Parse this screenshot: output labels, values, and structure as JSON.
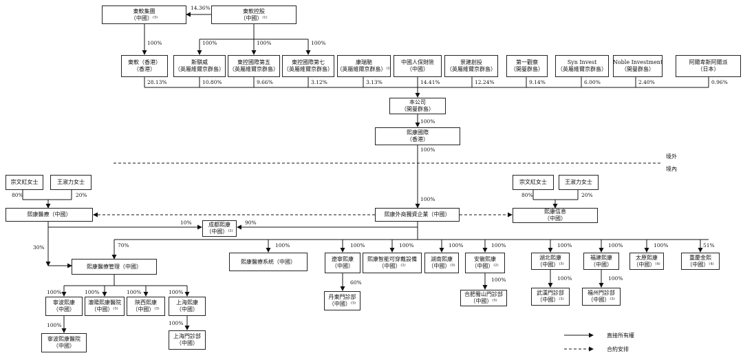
{
  "entities": {
    "dongruan_group": {
      "name": "東軟集團",
      "loc": "（中國）⁽³⁾"
    },
    "dongruan_holding": {
      "name": "東軟控股",
      "loc": "（中國）⁽¹⁾"
    },
    "dongruan_hk": {
      "name": "東軟（香港）",
      "loc": "（香港）"
    },
    "siqiwei": {
      "name": "斯騏威",
      "loc": "（英屬維爾京群島）"
    },
    "dongkong_5": {
      "name": "東控國際第五",
      "loc": "（英屬維爾京群島）"
    },
    "dongkong_7": {
      "name": "東控國際第七",
      "loc": "（英屬維爾京群島）"
    },
    "kangruichi": {
      "name": "康瑞馳",
      "loc": "（英屬維爾京群島）⁽²⁾"
    },
    "china_life": {
      "name": "中國人保財險",
      "loc": "（中國）"
    },
    "jingjian": {
      "name": "景建創投",
      "loc": "（英屬維爾京群島）"
    },
    "diyi_guancha": {
      "name": "第一觀察",
      "loc": "（開曼群島）"
    },
    "syn_invest": {
      "name": "Syn Invest",
      "loc": "（英屬維爾京群島）"
    },
    "noble": {
      "name": "Noble Investment",
      "loc": "（開曼群島）"
    },
    "alpha": {
      "name": "阿爾卑斯阿爾派",
      "loc": "（日本）"
    },
    "company": {
      "name": "本公司",
      "loc": "（開曼群島）"
    },
    "xikang_intl": {
      "name": "熙康國際",
      "loc": "（香港）"
    },
    "zong_left": {
      "name": "宗文紅女士"
    },
    "wang_left": {
      "name": "王淑力女士"
    },
    "xikang_medical": {
      "name": "熙康醫療（中國）"
    },
    "wfoe": {
      "name": "熙康外商獨資企業（中國）"
    },
    "zong_right": {
      "name": "宗文紅女士"
    },
    "wang_right": {
      "name": "王淑力女士"
    },
    "xikang_info": {
      "name": "熙康信息",
      "loc": "（中國）"
    },
    "chengdu": {
      "name": "成都熙康",
      "loc": "（中國）⁽²⁾"
    },
    "medical_mgmt": {
      "name": "熙康醫療管理（中國）"
    },
    "medical_system": {
      "name": "熙康醫療系統（中國）"
    },
    "liaoning": {
      "name": "遼寧熙康",
      "loc": "（中國）"
    },
    "smart_device": {
      "name": "熙康智能可穿戴設備",
      "loc": "（中國）⁽²⁾"
    },
    "hunan": {
      "name": "湖南熙康",
      "loc": "（中國）⁽³⁾"
    },
    "anhui": {
      "name": "安徽熙康",
      "loc": "（中國）⁽²⁾"
    },
    "hubei": {
      "name": "湖北熙康",
      "loc": "（中國）⁽³⁾"
    },
    "fujian": {
      "name": "福建熙康",
      "loc": "（中國）"
    },
    "taiyuan": {
      "name": "太原熙康",
      "loc": "（中國）⁽⁴⁾"
    },
    "chongqing": {
      "name": "重慶金熙",
      "loc": "（中國）⁽⁴⁾"
    },
    "ningbo": {
      "name": "寧波熙康",
      "loc": "（中國）"
    },
    "shenyang_hospital": {
      "name": "瀋陽熙康醫院",
      "loc": "（中國）⁽³⁾"
    },
    "shaanxi": {
      "name": "陝西熙康",
      "loc": "（中國）⁽³⁾"
    },
    "shanghai": {
      "name": "上海熙康",
      "loc": "（中國）"
    },
    "dandong_clinic": {
      "name": "丹東門診部",
      "loc": "（中國）⁽³⁾"
    },
    "hefei_clinic": {
      "name": "合肥蜀山門診部",
      "loc": "（中國）⁽³⁾"
    },
    "wuhan_clinic": {
      "name": "武漢門診部",
      "loc": "（中國）⁽³⁾"
    },
    "fuzhou_clinic": {
      "name": "福州門診部",
      "loc": "（中國）⁽³⁾"
    },
    "ningbo_hospital": {
      "name": "寧波熙康醫院",
      "loc": "（中國）"
    },
    "shanghai_clinic": {
      "name": "上海門診部",
      "loc": "（中國）"
    }
  },
  "percentages": {
    "holding_to_group": "14.36%",
    "group_to_hk": "100%",
    "holding_to_siqiwei": "100%",
    "holding_to_dk5": "100%",
    "holding_to_dk7": "100%",
    "hk_share": "28.13%",
    "siqiwei_share": "10.80%",
    "dk5_share": "9.66%",
    "dk7_share": "3.12%",
    "krc_share": "3.13%",
    "china_life_share": "14.41%",
    "jingjian_share": "12.24%",
    "diyi_share": "9.14%",
    "syn_share": "6.00%",
    "noble_share": "2.40%",
    "alpha_share": "0.96%",
    "company_to_intl": "100%",
    "intl_to_wfoe_top": "100%",
    "intl_to_wfoe": "100%",
    "zong_left_share": "80%",
    "wang_left_share": "20%",
    "zong_right_share": "80%",
    "wang_right_share": "20%",
    "medical_to_chengdu": "10%",
    "wfoe_to_chengdu": "90%",
    "medical_to_mgmt": "30%",
    "wfoe_to_mgmt": "70%",
    "wfoe_to_system": "100%",
    "wfoe_to_liaoning": "100%",
    "wfoe_to_device": "100%",
    "wfoe_to_hunan": "100%",
    "wfoe_to_anhui": "100%",
    "wfoe_to_hubei": "100%",
    "wfoe_to_fujian": "100%",
    "wfoe_to_taiyuan": "100%",
    "wfoe_to_chongqing": "51%",
    "liaoning_to_dandong": "60%",
    "anhui_to_hefei": "100%",
    "hubei_to_wuhan": "100%",
    "fujian_to_fuzhou": "100%",
    "mgmt_to_ningbo": "100%",
    "mgmt_to_shenyang": "100%",
    "mgmt_to_shaanxi": "100%",
    "mgmt_to_shanghai": "100%",
    "ningbo_to_hospital": "100%",
    "shanghai_to_clinic": "100%"
  },
  "regions": {
    "offshore": "境外",
    "onshore": "境內"
  },
  "legend": {
    "direct": "直接所有權",
    "contractual": "合約安排"
  }
}
